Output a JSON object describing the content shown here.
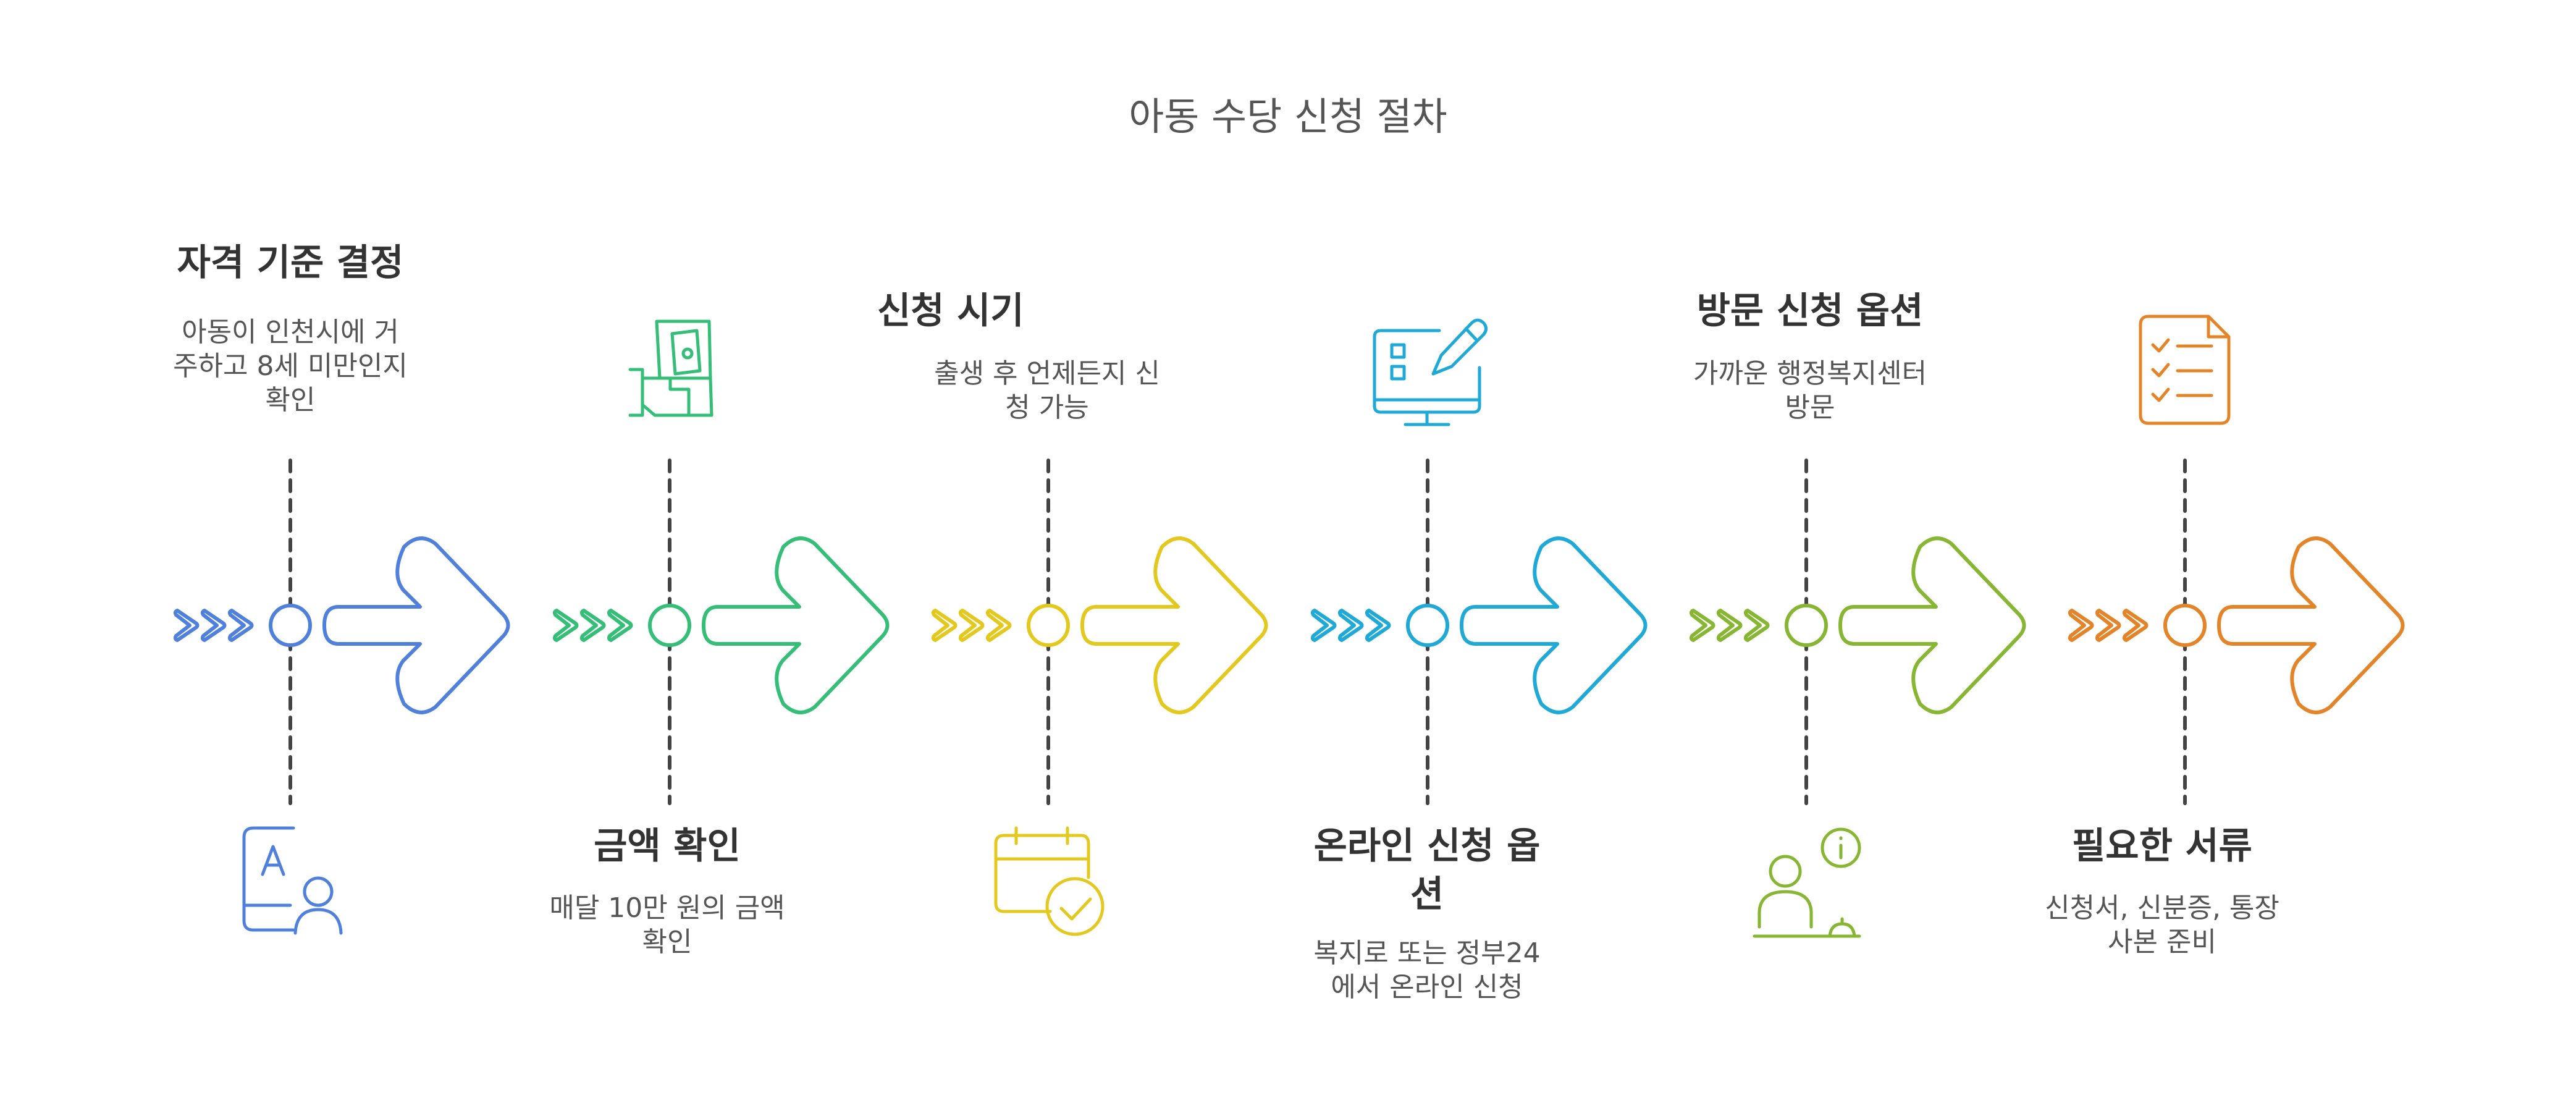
{
  "title": "아동 수당 신청 절차",
  "steps": [
    {
      "title": "자격 기준 결정",
      "desc_lines": [
        "아동이 인천시에 거",
        "주하고 8세 미만인지",
        "확인"
      ],
      "icon": "user-card-icon",
      "color": "#4F80DB"
    },
    {
      "title": "금액 확인",
      "desc_lines": [
        "매달 10만 원의 금액",
        "확인"
      ],
      "icon": "money-hand-icon",
      "color": "#34BE77"
    },
    {
      "title": "신청 시기",
      "desc_lines": [
        "출생 후 언제든지 신",
        "청 가능"
      ],
      "icon": "calendar-check-icon",
      "color": "#E3C81E"
    },
    {
      "title_lines": [
        "온라인 신청 옵",
        "션"
      ],
      "desc_lines": [
        "복지로 또는 정부24",
        "에서 온라인 신청"
      ],
      "icon": "monitor-edit-icon",
      "color": "#1FA9D6"
    },
    {
      "title": "방문 신청 옵션",
      "desc_lines": [
        "가까운 행정복지센터",
        "방문"
      ],
      "icon": "reception-info-icon",
      "color": "#86B632"
    },
    {
      "title": "필요한 서류",
      "desc_lines": [
        "신청서, 신분증, 통장",
        "사본 준비"
      ],
      "icon": "checklist-icon",
      "color": "#E48428"
    }
  ]
}
